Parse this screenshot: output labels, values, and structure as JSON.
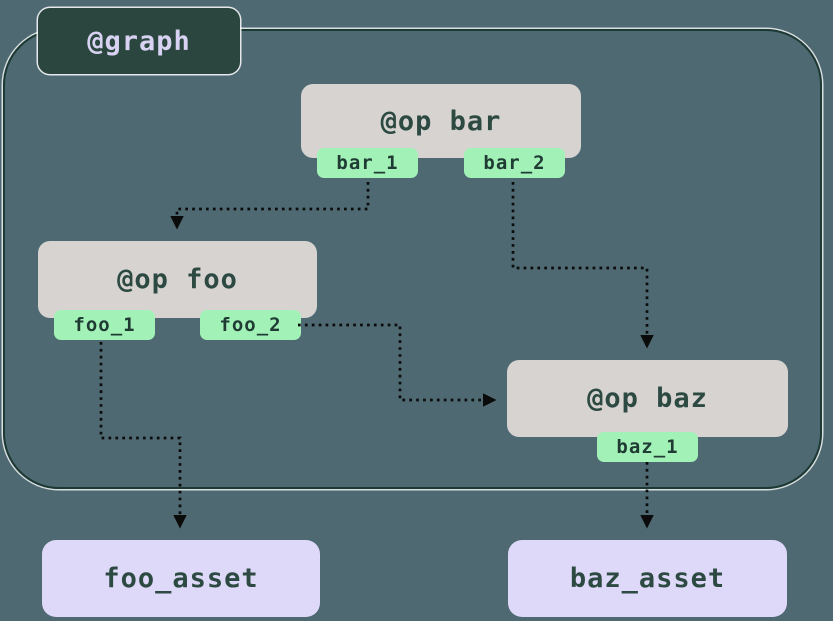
{
  "diagram": {
    "title": "@graph",
    "ops": {
      "bar": {
        "label": "@op bar",
        "outputs": [
          "bar_1",
          "bar_2"
        ]
      },
      "foo": {
        "label": "@op foo",
        "outputs": [
          "foo_1",
          "foo_2"
        ]
      },
      "baz": {
        "label": "@op baz",
        "outputs": [
          "baz_1"
        ]
      }
    },
    "assets": {
      "foo_asset": {
        "label": "foo_asset"
      },
      "baz_asset": {
        "label": "baz_asset"
      }
    },
    "edges": [
      {
        "from": "bar.bar_1",
        "to": "op foo"
      },
      {
        "from": "bar.bar_2",
        "to": "op baz"
      },
      {
        "from": "foo.foo_2",
        "to": "op baz"
      },
      {
        "from": "foo.foo_1",
        "to": "foo_asset"
      },
      {
        "from": "baz.baz_1",
        "to": "baz_asset"
      }
    ],
    "colors": {
      "background": "#4e6972",
      "graph_label_bg": "#2b463e",
      "graph_label_text": "#d8d3f2",
      "graph_border": "#1d3933",
      "op_box": "#d6d3d1",
      "op_text": "#2d4a42",
      "output_tag": "#a2f2b7",
      "asset_box": "#ded9f8",
      "edge": "#0b0b0b"
    }
  }
}
